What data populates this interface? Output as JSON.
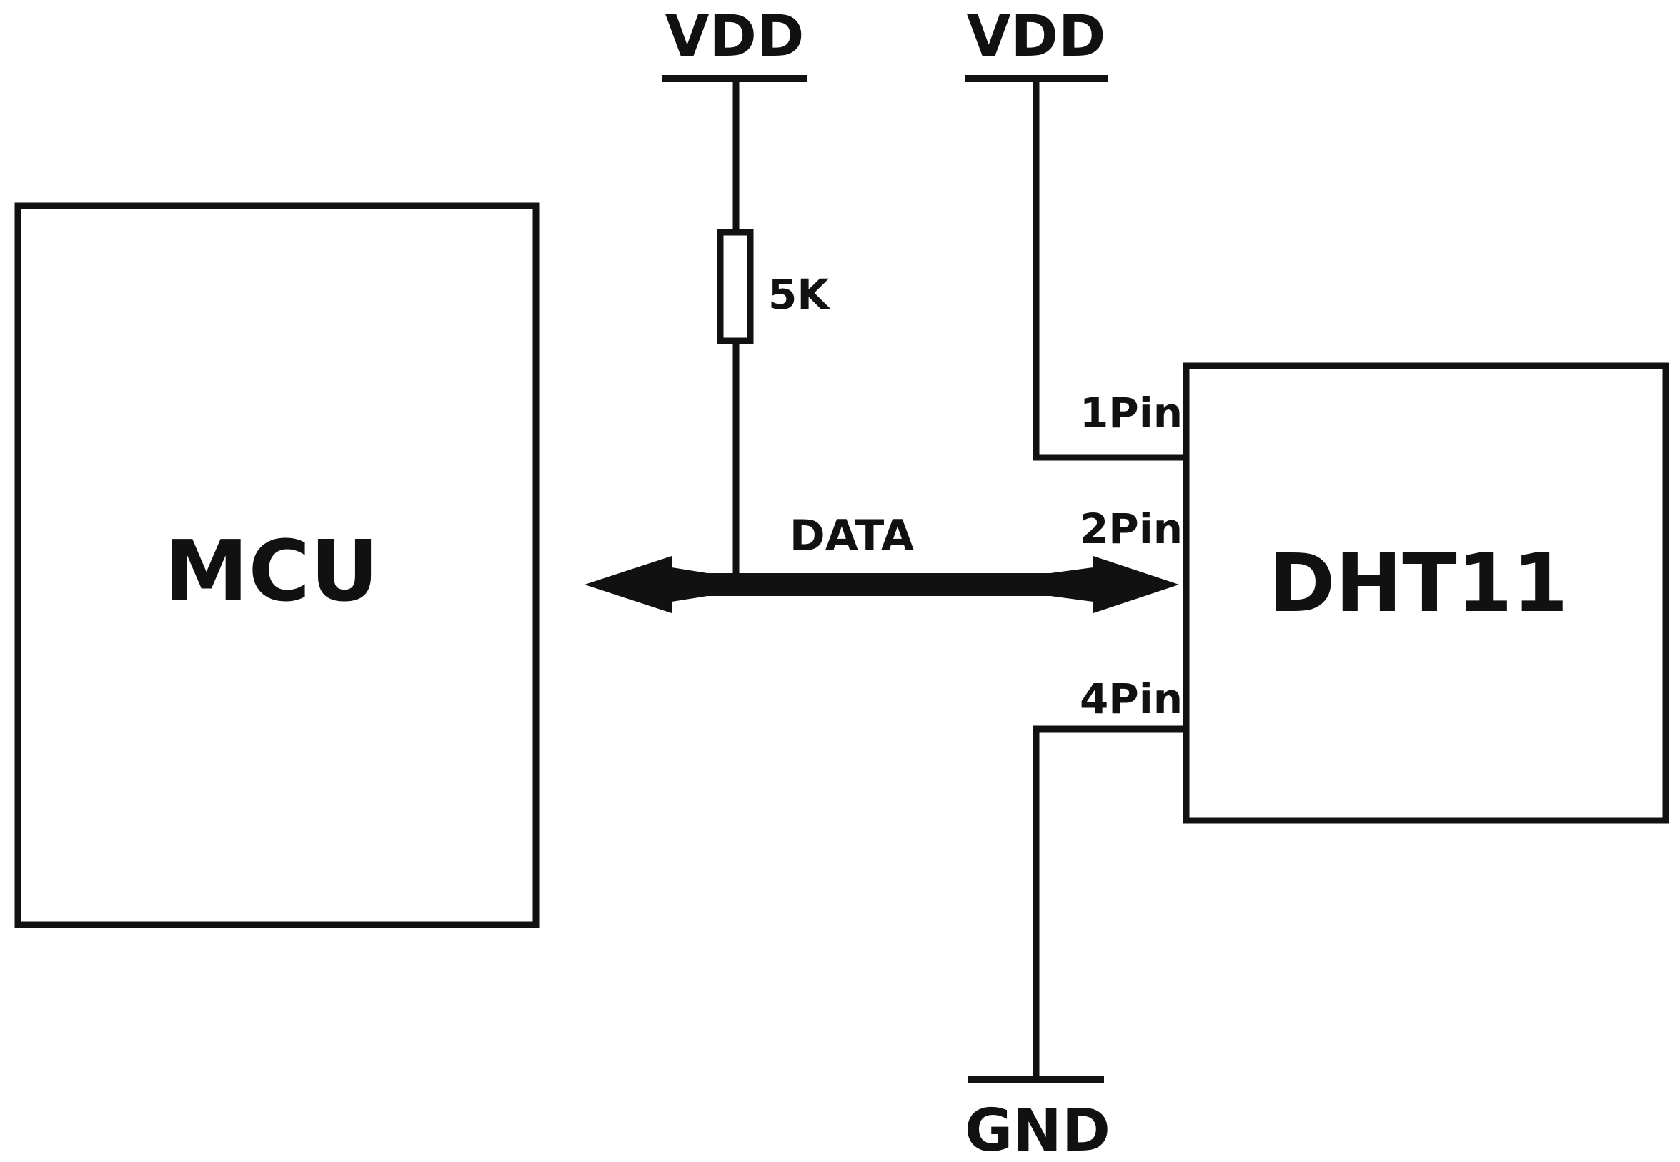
{
  "diagram": {
    "mcu_label": "MCU",
    "sensor_label": "DHT11",
    "supply_labels": [
      "VDD",
      "VDD"
    ],
    "ground_label": "GND",
    "resistor_label": "5K",
    "bus_label": "DATA",
    "pin_labels": [
      "1Pin",
      "2Pin",
      "4Pin"
    ],
    "colors": {
      "stroke": "#111111",
      "background": "#ffffff"
    }
  }
}
